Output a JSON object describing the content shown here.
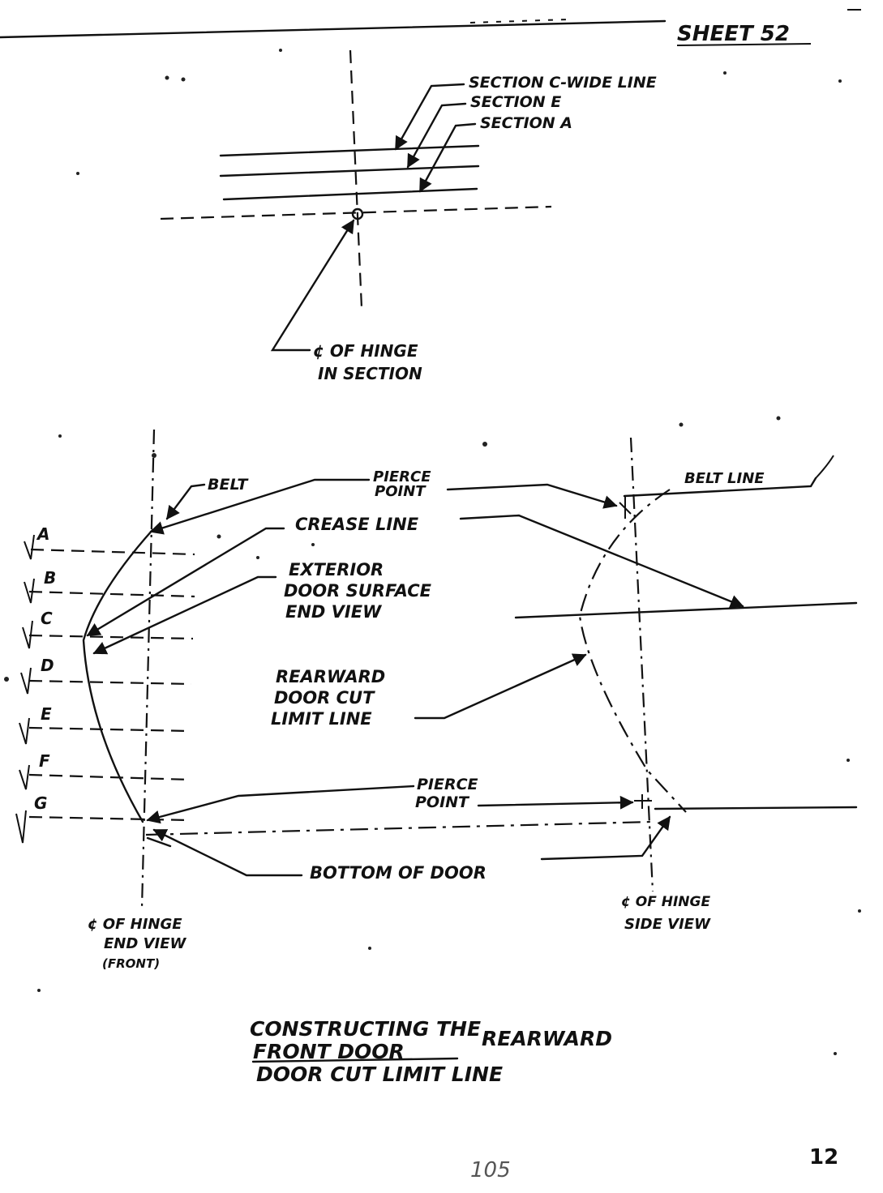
{
  "sheet_label": "SHEET 52",
  "top_diagram": {
    "section_c_label": "SECTION C-WIDE LINE",
    "section_e_label": "SECTION E",
    "section_a_label": "SECTION A",
    "hinge_label_line1": "¢ OF HINGE",
    "hinge_label_line2": "IN SECTION"
  },
  "main_diagram": {
    "belt_label": "BELT",
    "pierce_point_top_line1": "PIERCE",
    "pierce_point_top_line2": "POINT",
    "belt_line_label": "BELT LINE",
    "crease_line_label": "CREASE LINE",
    "exterior_line1": "EXTERIOR",
    "exterior_line2": "DOOR SURFACE",
    "exterior_line3": "END VIEW",
    "rearward_line1": "REARWARD",
    "rearward_line2": "DOOR CUT",
    "rearward_line3": "LIMIT LINE",
    "pierce_point_bottom_line1": "PIERCE",
    "pierce_point_bottom_line2": "POINT",
    "bottom_of_door_label": "BOTTOM OF DOOR",
    "section_letters": [
      "A",
      "B",
      "C",
      "D",
      "E",
      "F",
      "G"
    ],
    "hinge_end_line1": "¢ OF HINGE",
    "hinge_end_line2": "END VIEW",
    "hinge_end_line3": "(FRONT)",
    "hinge_side_line1": "¢ OF HINGE",
    "hinge_side_line2": "SIDE VIEW"
  },
  "caption": {
    "line1": "CONSTRUCTING THE",
    "line2_underlined": "FRONT DOOR",
    "line2_rest": "REARWARD",
    "line3": "DOOR CUT LIMIT LINE"
  },
  "page_number_handwritten": "105",
  "corner_number": "12"
}
